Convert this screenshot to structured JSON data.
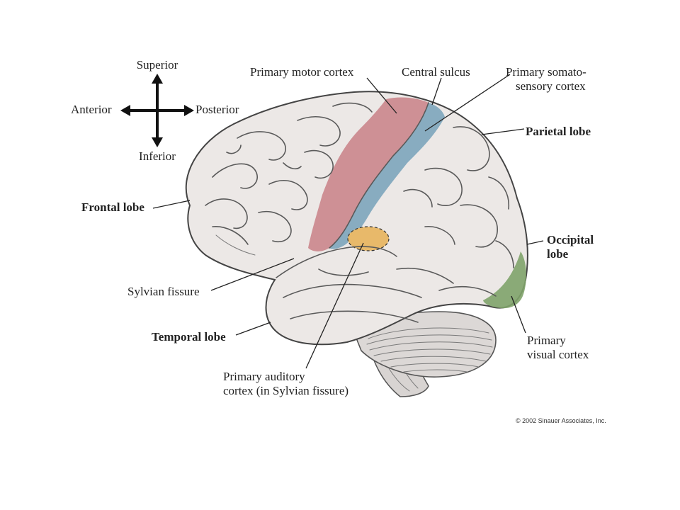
{
  "orientation": {
    "superior": "Superior",
    "inferior": "Inferior",
    "anterior": "Anterior",
    "posterior": "Posterior"
  },
  "labels": {
    "primary_motor_cortex": "Primary motor cortex",
    "central_sulcus": "Central sulcus",
    "primary_somatosensory_line1": "Primary somato-",
    "primary_somatosensory_line2": "sensory cortex",
    "parietal_lobe": "Parietal lobe",
    "frontal_lobe": "Frontal lobe",
    "occipital_lobe_line1": "Occipital",
    "occipital_lobe_line2": "lobe",
    "sylvian_fissure": "Sylvian fissure",
    "temporal_lobe": "Temporal lobe",
    "primary_visual_line1": "Primary",
    "primary_visual_line2": "visual cortex",
    "primary_auditory_line1": "Primary auditory",
    "primary_auditory_line2": "cortex (in Sylvian fissure)"
  },
  "copyright": "© 2002 Sinauer Associates, Inc.",
  "colors": {
    "brain_fill": "#ece8e6",
    "motor_cortex": "#c9838a",
    "somatosensory_cortex": "#7fa6bd",
    "auditory_cortex": "#e8b96a",
    "visual_cortex": "#7fa36a",
    "cerebellum": "#dcd8d6"
  }
}
